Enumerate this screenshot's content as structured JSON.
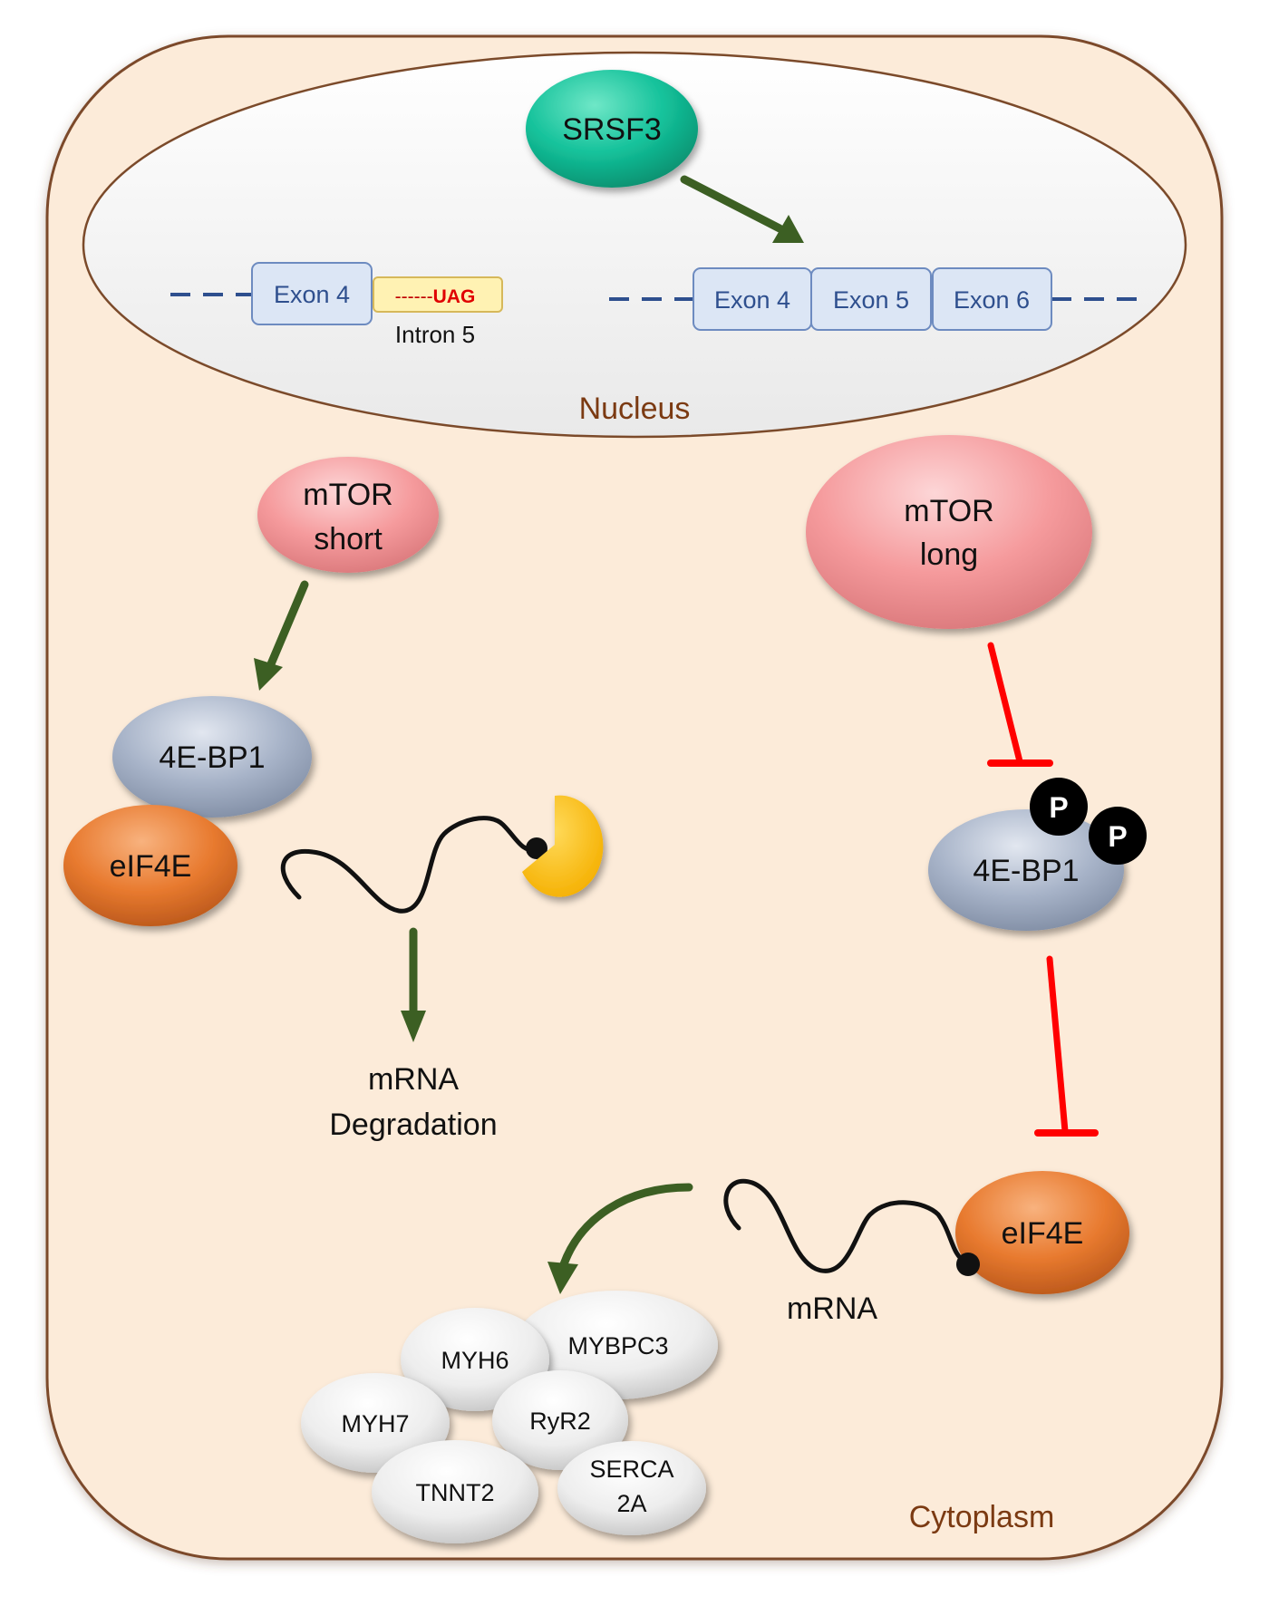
{
  "compartments": {
    "nucleus": "Nucleus",
    "cytoplasm": "Cytoplasm"
  },
  "srsf3": "SRSF3",
  "left_gene": {
    "exon4": "Exon 4",
    "intron_prefix": "------",
    "stop_codon": "UAG",
    "intron_label": "Intron 5"
  },
  "right_gene": {
    "exon4": "Exon 4",
    "exon5": "Exon 5",
    "exon6": "Exon 6"
  },
  "left_pathway": {
    "mtor_line1": "mTOR",
    "mtor_line2": "short",
    "bp1": "4E-BP1",
    "eif4e": "eIF4E",
    "outcome_line1": "mRNA",
    "outcome_line2": "Degradation"
  },
  "right_pathway": {
    "mtor_line1": "mTOR",
    "mtor_line2": "long",
    "bp1": "4E-BP1",
    "phospho": "P",
    "eif4e": "eIF4E",
    "mrna": "mRNA"
  },
  "proteins": {
    "myh6": "MYH6",
    "mybpc3": "MYBPC3",
    "myh7": "MYH7",
    "ryr2": "RyR2",
    "tnnt2": "TNNT2",
    "serca_line1": "SERCA",
    "serca_line2": "2A"
  },
  "colors": {
    "cytoplasm_fill": "#FCEBD9",
    "cell_border": "#7B4A2A",
    "srsf3": "#13C19A",
    "mtor": "#F59A9C",
    "bp1": "#A7B3C8",
    "eif4e": "#E87A2F",
    "activation_arrow": "#3C5F23",
    "inhibition": "#FF0000",
    "pacman": "#FFC000"
  }
}
